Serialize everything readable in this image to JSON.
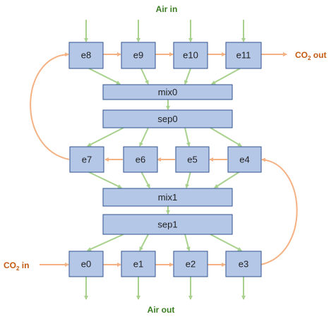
{
  "labels": {
    "air_in": "Air in",
    "air_out": "Air out",
    "co2_out_prefix": "CO",
    "co2_out_sub": "2",
    "co2_out_suffix": " out",
    "co2_in_prefix": "CO",
    "co2_in_sub": "2",
    "co2_in_suffix": " in"
  },
  "nodes": {
    "e8": "e8",
    "e9": "e9",
    "e10": "e10",
    "e11": "e11",
    "mix0": "mix0",
    "sep0": "sep0",
    "e7": "e7",
    "e6": "e6",
    "e5": "e5",
    "e4": "e4",
    "mix1": "mix1",
    "sep1": "sep1",
    "e0": "e0",
    "e1": "e1",
    "e2": "e2",
    "e3": "e3"
  },
  "colors": {
    "air_flow": "#a9d18e",
    "co2_flow": "#f4b183",
    "box_fill": "#b4c7e7",
    "box_border": "#2f528f",
    "air_label": "#3a7d22",
    "co2_label": "#c55a11"
  }
}
